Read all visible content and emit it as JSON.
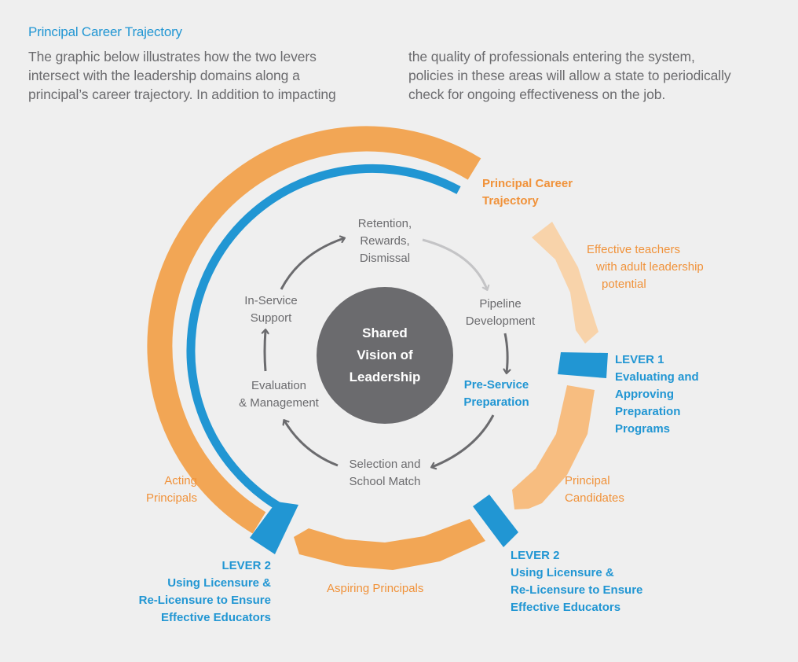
{
  "heading": "Principal Career Trajectory",
  "intro": {
    "column1": [
      "The graphic below illustrates how the two levers",
      "intersect with the leadership domains along a",
      "principal’s career trajectory. In addition to impacting"
    ],
    "column2": [
      "the quality of professionals entering the system,",
      "policies in these areas will allow a state to periodically",
      "check for ongoing effectiveness on the job."
    ]
  },
  "center": {
    "lines": [
      "Shared",
      "Vision of",
      "Leadership"
    ]
  },
  "cycle": {
    "retention": [
      "Retention,",
      "Rewards,",
      "Dismissal"
    ],
    "pipeline": [
      "Pipeline",
      "Development"
    ],
    "preservice": [
      "Pre-Service",
      "Preparation"
    ],
    "selection": [
      "Selection and",
      "School Match"
    ],
    "evaluation": [
      "Evaluation",
      "& Management"
    ],
    "inservice": [
      "In-Service",
      "Support"
    ]
  },
  "trajectory": {
    "title": [
      "Principal Career",
      "Trajectory"
    ],
    "effective_teachers": [
      "Effective teachers",
      "with adult leadership",
      "potential"
    ],
    "candidates": [
      "Principal",
      "Candidates"
    ],
    "aspiring": "Aspiring Principals",
    "acting": [
      "Acting",
      "Principals"
    ]
  },
  "levers": {
    "lever1": [
      "LEVER 1",
      "Evaluating and",
      "Approving",
      "Preparation",
      "Programs"
    ],
    "lever2_right": [
      "LEVER 2",
      "Using Licensure &",
      "Re-Licensure to Ensure",
      "Effective Educators"
    ],
    "lever2_left": [
      "LEVER 2",
      "Using Licensure &",
      "Re-Licensure to Ensure",
      "Effective Educators"
    ]
  },
  "colors": {
    "orange": "#f2a655",
    "light_orange": "#f7bd80",
    "peach": "#f8d3aa",
    "blue": "#2196d3",
    "grey": "#6b6b6e",
    "light_grey": "#c4c4c6",
    "text_orange": "#f0923a"
  }
}
